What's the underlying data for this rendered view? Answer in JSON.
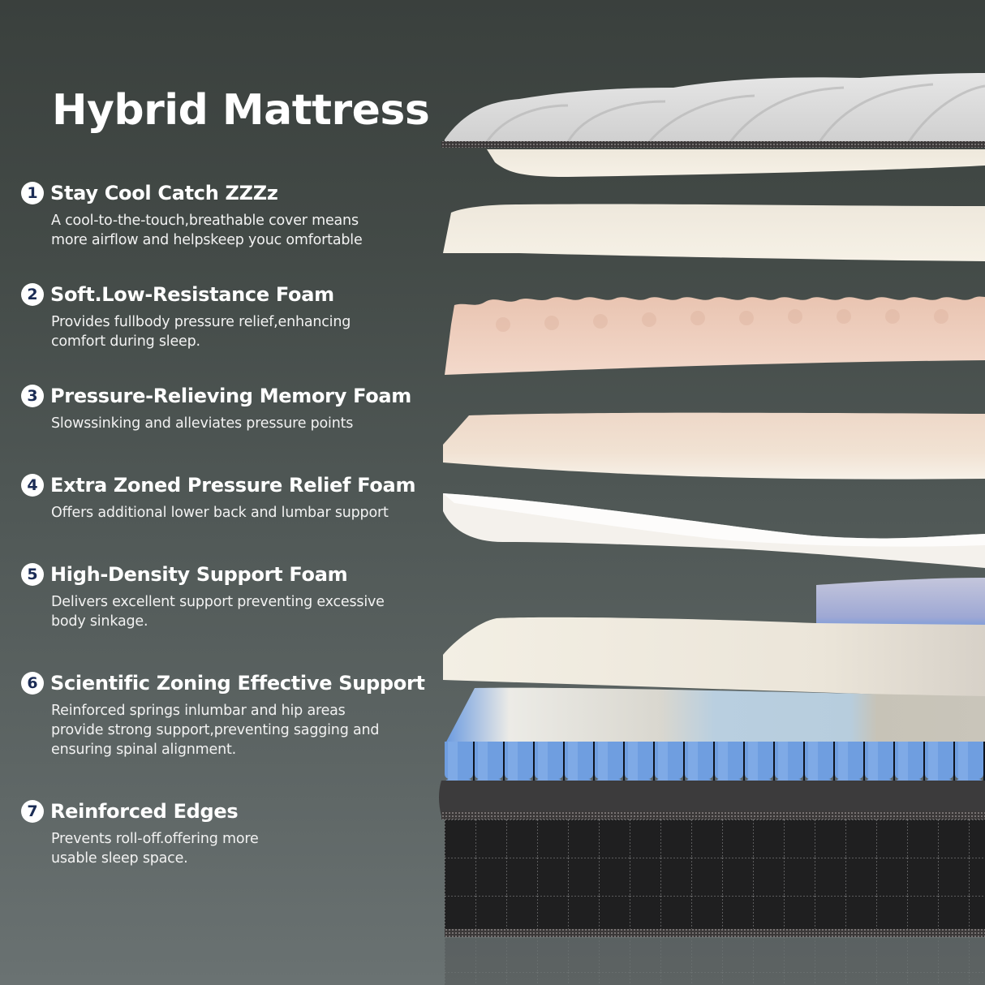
{
  "header": {
    "title": "Hybrid Mattress"
  },
  "features": [
    {
      "number": "1",
      "title": "Stay Cool Catch ZZZz",
      "description": "A cool-to-the-touch,breathable cover means\nmore airflow and helpskeep youc omfortable"
    },
    {
      "number": "2",
      "title": "Soft.Low-Resistance Foam",
      "description": "Provides fullbody pressure relief,enhancing\ncomfort during sleep."
    },
    {
      "number": "3",
      "title": "Pressure-Relieving Memory Foam",
      "description": "Slowssinking and alleviates pressure points"
    },
    {
      "number": "4",
      "title": "Extra Zoned Pressure Relief Foam",
      "description": "Offers additional lower back and lumbar support"
    },
    {
      "number": "5",
      "title": "High-Density Support Foam",
      "description": "Delivers excellent support preventing excessive\nbody sinkage."
    },
    {
      "number": "6",
      "title": "Scientific Zoning Effective Support",
      "description": "Reinforced springs inlumbar and hip areas\nprovide strong support,preventing sagging and\nensuring spinal alignment."
    },
    {
      "number": "7",
      "title": "Reinforced Edges",
      "description": "Prevents roll-off.offering more\nusable sleep space."
    }
  ],
  "illustration": {
    "layers": [
      "quilted-cover",
      "cream-comfort-foam",
      "white-comfort-foam",
      "egg-crate-pink-foam",
      "memory-foam",
      "zoned-foam",
      "blue-gel-insert",
      "high-density-foam",
      "pocket-springs",
      "black-edge-base"
    ]
  },
  "colors": {
    "background_top": "#3a403d",
    "background_bottom": "#6a7272",
    "badge_bg": "#ffffff",
    "badge_text": "#1b2c55",
    "spring_blue": "#6f9ee0",
    "pink_foam": "#edcdbd",
    "cream_foam": "#f1ebdf",
    "base_black": "#1e1e1f"
  }
}
